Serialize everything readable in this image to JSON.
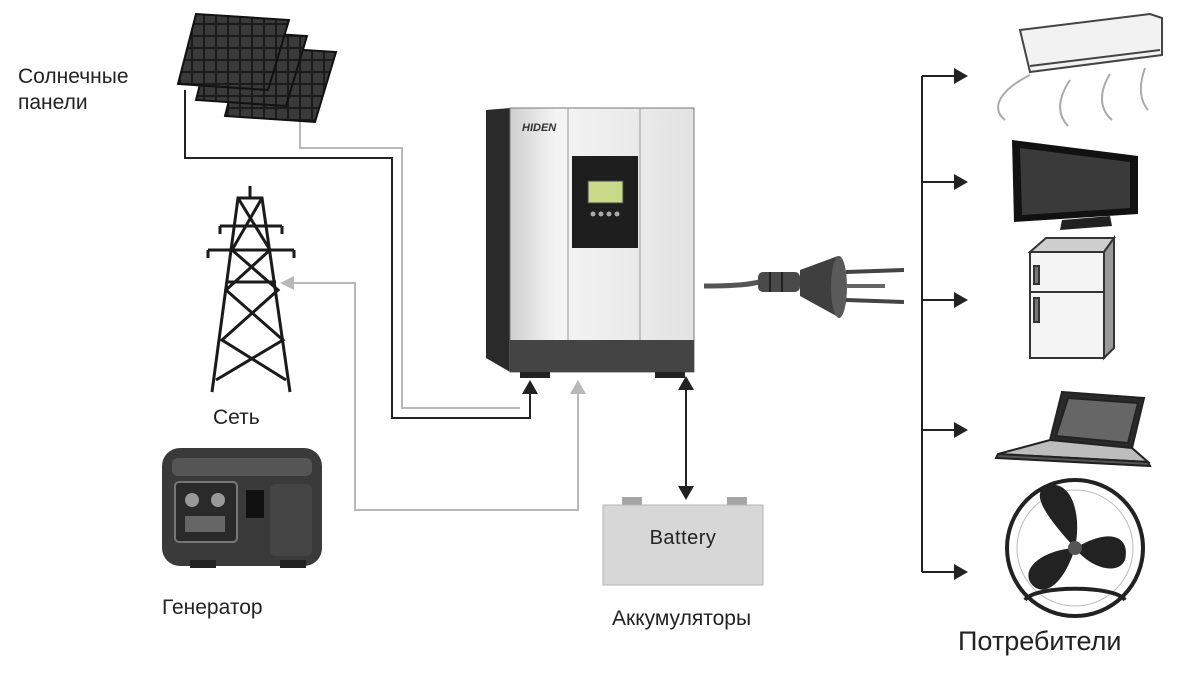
{
  "labels": {
    "solar_line1": "Солнечные",
    "solar_line2": "панели",
    "grid": "Сеть",
    "generator": "Генератор",
    "battery_text": "Battery",
    "battery_caption": "Аккумуляторы",
    "consumers": "Потребители",
    "brand": "HIDEN"
  },
  "icons": [
    "solar-panels-icon",
    "power-tower-icon",
    "generator-icon",
    "inverter-icon",
    "plug-icon",
    "battery-icon",
    "air-conditioner-icon",
    "tv-icon",
    "fridge-icon",
    "laptop-icon",
    "fan-icon"
  ],
  "colors": {
    "dark_line": "#222222",
    "light_line": "#b8b8b8",
    "device_gray": "#555555"
  }
}
